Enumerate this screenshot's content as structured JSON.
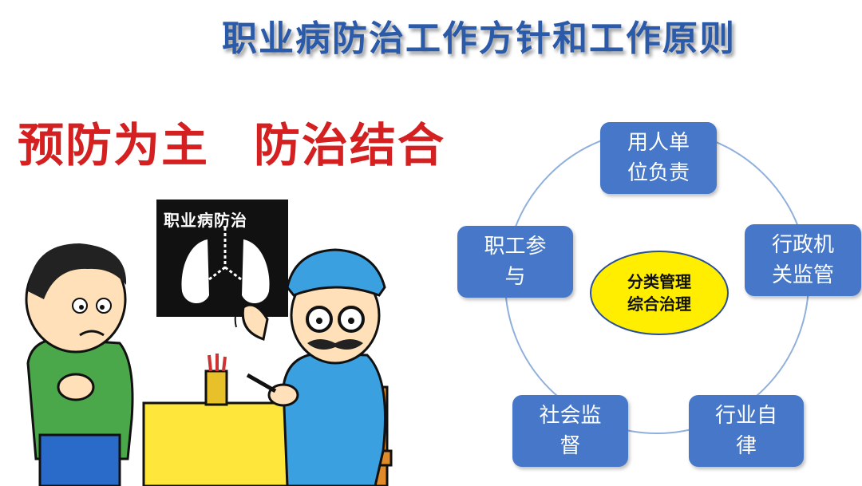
{
  "title": "职业病防治工作方针和工作原则",
  "slogan": {
    "left": "预防为主",
    "right": "防治结合"
  },
  "xray_label": "职业病防治",
  "diagram": {
    "center": {
      "line1": "分类管理",
      "line2": "综合治理"
    },
    "nodes": [
      {
        "line1": "用人单",
        "line2": "位负责"
      },
      {
        "line1": "行政机",
        "line2": "关监管"
      },
      {
        "line1": "行业自",
        "line2": "律"
      },
      {
        "line1": "社会监",
        "line2": "督"
      },
      {
        "line1": "职工参",
        "line2": "与"
      }
    ]
  },
  "colors": {
    "title": "#2a5aa8",
    "node": "#4677c8",
    "center": "#ffee00",
    "slogan": "#d42020"
  }
}
